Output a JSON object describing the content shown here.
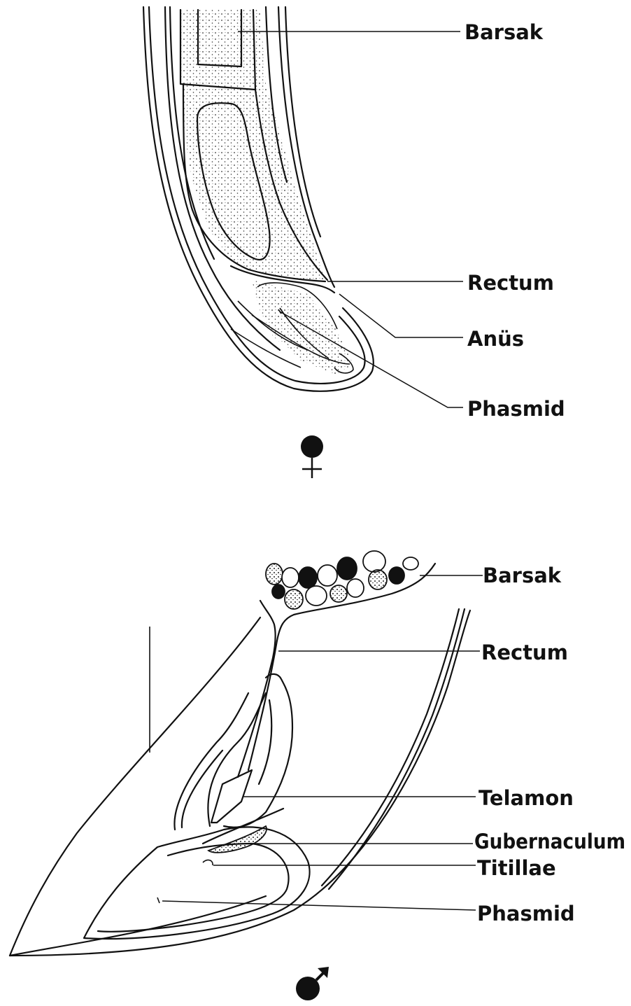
{
  "female": {
    "symbol": "♀",
    "labels": {
      "barsak": "Barsak",
      "rectum": "Rectum",
      "anus": "Anüs",
      "phasmid": "Phasmid"
    }
  },
  "male": {
    "symbol": "♂",
    "labels": {
      "barsak": "Barsak",
      "rectum": "Rectum",
      "telamon": "Telamon",
      "gubernaculum": "Gubernaculum",
      "titillae": "Titillae",
      "phasmid": "Phasmid"
    }
  },
  "colors": {
    "ink": "#111111",
    "paper": "#ffffff"
  }
}
